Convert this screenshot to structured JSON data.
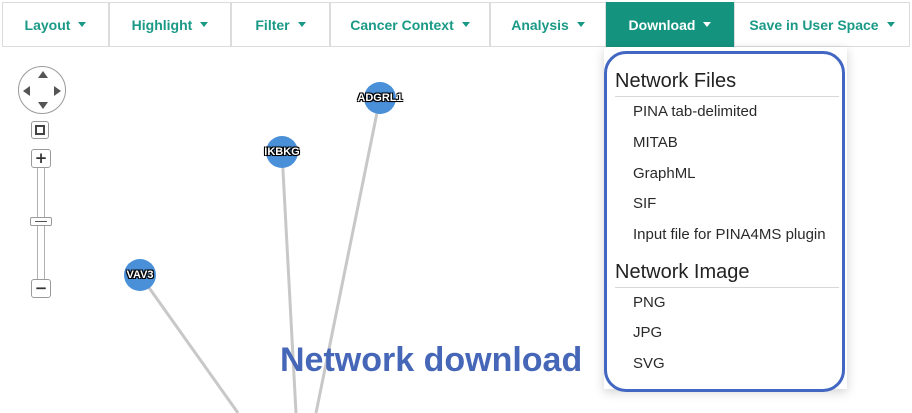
{
  "toolbar": {
    "layout": "Layout",
    "highlight": "Highlight",
    "filter": "Filter",
    "cancer_context": "Cancer Context",
    "analysis": "Analysis",
    "download": "Download",
    "save": "Save in User Space"
  },
  "colors": {
    "accent": "#1a9a86",
    "active_bg": "#14937f",
    "node": "#4a90d9",
    "edge": "#c8c8c8",
    "callout": "#4267c2"
  },
  "network": {
    "nodes": [
      "ADGRL1",
      "IKBKG",
      "VAV3"
    ]
  },
  "navigator": {
    "zoom_in": "+",
    "zoom_out": "−",
    "icons": [
      "pan-control-icon",
      "fit-screen-icon"
    ]
  },
  "download_menu": {
    "network_files_header": "Network Files",
    "network_files": [
      "PINA tab-delimited",
      "MITAB",
      "GraphML",
      "SIF",
      "Input file for PINA4MS plugin"
    ],
    "network_image_header": "Network Image",
    "network_image": [
      "PNG",
      "JPG",
      "SVG"
    ]
  },
  "caption": "Network download"
}
